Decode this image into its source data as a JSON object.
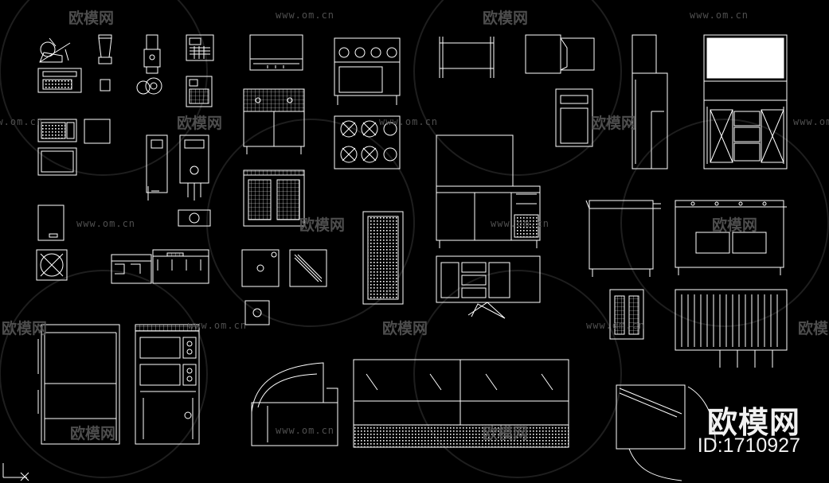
{
  "watermark": {
    "brand": "欧模网",
    "url": "www.om.cn"
  },
  "corner_brand": {
    "name": "欧模网",
    "id_text": "ID:1710927"
  },
  "colors": {
    "background": "#000000",
    "line": "#ffffff",
    "watermark": "#5b5b5b"
  }
}
